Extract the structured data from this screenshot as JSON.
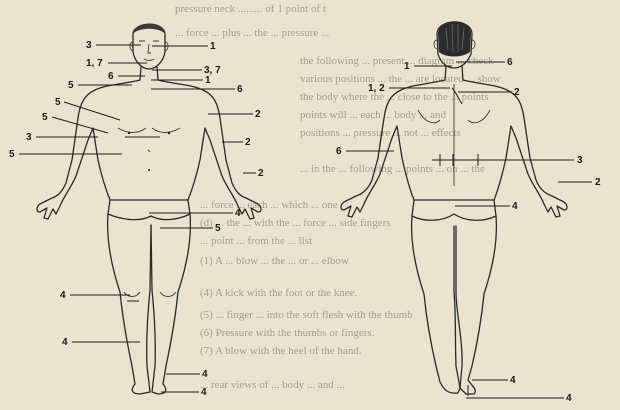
{
  "figure": {
    "background_text": [
      "pressure neck ......... of 1 point of t",
      "... force ... plus ... the ... pressure ...",
      "the following ... present ... diagram ... check",
      "various positions ... the ... are located ... show",
      "the body where the ... close to the ... points",
      "points will ... each ... body ... and",
      "positions ... pressure ... not ... effects",
      "... in the ... following ... points ... on ... the",
      "... force ... each ... which ... one",
      "(d) ... the ... with the ... force ... side fingers",
      "... point ... from the ... list",
      "(1) A ... blow ... the ... or ... elbow",
      "(4) A kick with the foot or the knee.",
      "(5) ... finger ... into the soft flesh with the thumb",
      "(6) Pressure with the thumbs or fingers.",
      "(7) A blow with the heel of the hand.",
      "... rear views of ... body ... and ..."
    ],
    "front_labels": [
      {
        "text": "3",
        "id": "f3a"
      },
      {
        "text": "1",
        "id": "f1a"
      },
      {
        "text": "1, 7",
        "id": "f17"
      },
      {
        "text": "3, 7",
        "id": "f37"
      },
      {
        "text": "6",
        "id": "f6a"
      },
      {
        "text": "1",
        "id": "f1b"
      },
      {
        "text": "5",
        "id": "f5a"
      },
      {
        "text": "6",
        "id": "f6b"
      },
      {
        "text": "5",
        "id": "f5b"
      },
      {
        "text": "5",
        "id": "f5c"
      },
      {
        "text": "2",
        "id": "f2a"
      },
      {
        "text": "3",
        "id": "f3b"
      },
      {
        "text": "2",
        "id": "f2b"
      },
      {
        "text": "5",
        "id": "f5d"
      },
      {
        "text": "2",
        "id": "f2c"
      },
      {
        "text": "4",
        "id": "f4a"
      },
      {
        "text": "5",
        "id": "f5e"
      },
      {
        "text": "4",
        "id": "f4b"
      },
      {
        "text": "4",
        "id": "f4c"
      },
      {
        "text": "4",
        "id": "f4d"
      },
      {
        "text": "4",
        "id": "f4e"
      }
    ],
    "back_labels": [
      {
        "text": "1",
        "id": "b1a"
      },
      {
        "text": "6",
        "id": "b6a"
      },
      {
        "text": "1, 2",
        "id": "b12"
      },
      {
        "text": "2",
        "id": "b2a"
      },
      {
        "text": "6",
        "id": "b6b"
      },
      {
        "text": "3",
        "id": "b3a"
      },
      {
        "text": "2",
        "id": "b2b"
      },
      {
        "text": "4",
        "id": "b4a"
      },
      {
        "text": "4",
        "id": "b4b"
      },
      {
        "text": "4",
        "id": "b4c"
      }
    ]
  }
}
